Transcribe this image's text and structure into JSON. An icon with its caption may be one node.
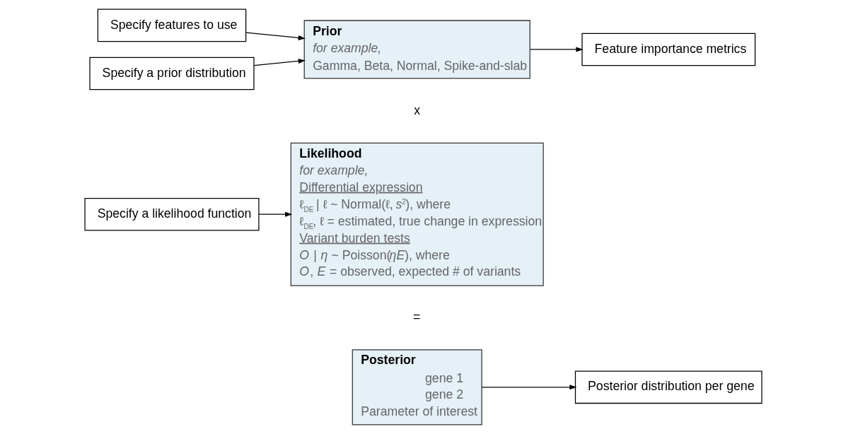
{
  "diagram": {
    "nodes": [
      {
        "text": [
          "Specify features to use"
        ]
      },
      {
        "text": [
          "Prior",
          "for example,",
          "Gamma, Beta, Normal, Spike-and-slab"
        ]
      },
      {
        "text": [
          "Feature importance metrics"
        ]
      },
      {
        "text": [
          "Specify a prior distribution"
        ]
      },
      {
        "text": [
          "Specify a likelihood function"
        ]
      },
      {
        "text": [
          "Likelihood",
          "for example,",
          "Differential expression",
          "ℓ$_{DE}$ | ℓ ~ Normal(ℓ, *s*$^{2}$), where",
          "ℓ$_{DE}$, ℓ = estimated, true change in expression",
          "Variant burden tests",
          "*O* | *η* ~ Poisson(*ηE*), where",
          "*O*, *E* = observed, expected # of variants"
        ]
      },
      {
        "text": [
          "Posterior",
          "gene 1",
          "gene 2",
          "Parameter of interest"
        ]
      },
      {
        "text": [
          "Posterior distribution per gene"
        ]
      }
    ],
    "edges": [
      {
        "from": 0,
        "to": 1,
        "arrow": "to"
      },
      {
        "from": 3,
        "to": 1,
        "arrow": "to"
      },
      {
        "from": 1,
        "to": 2,
        "arrow": "to"
      },
      {
        "from": 4,
        "to": 5,
        "arrow": "to"
      },
      {
        "from": 6,
        "to": 7,
        "arrow": "to"
      }
    ],
    "labels": [
      "x",
      "="
    ]
  }
}
